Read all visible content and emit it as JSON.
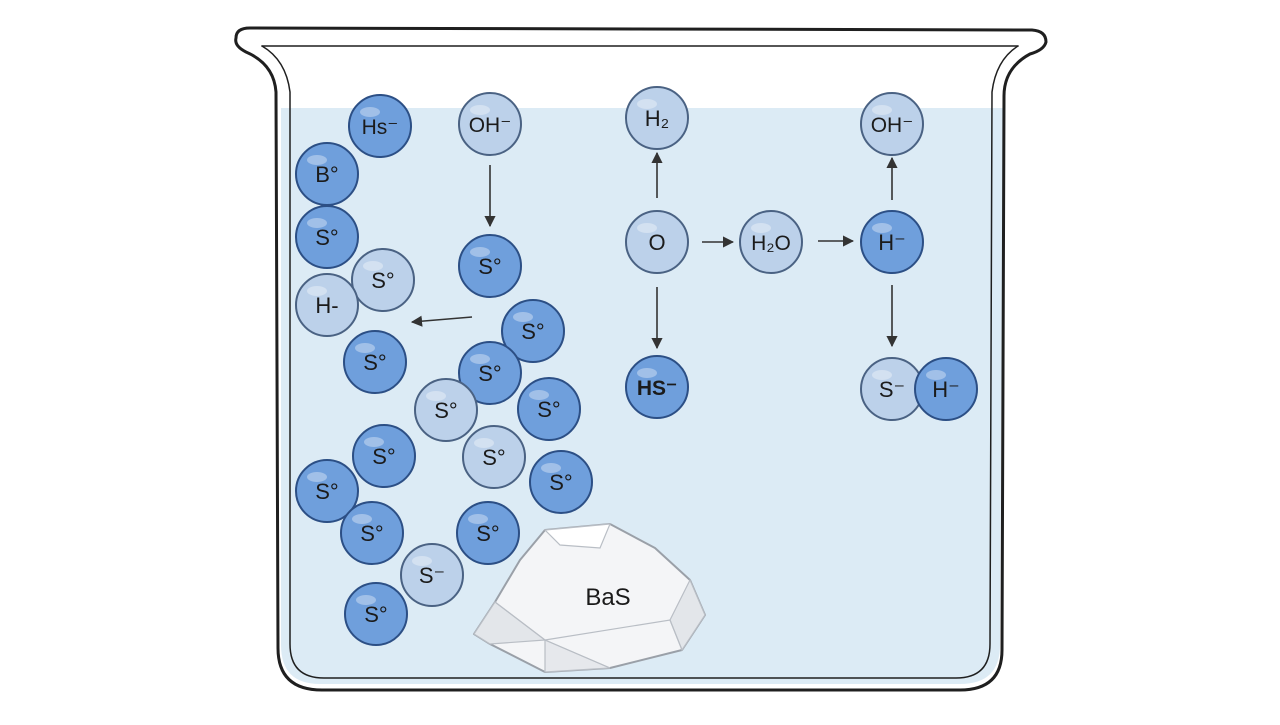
{
  "colors": {
    "water": "#dcebf5",
    "glass_outline": "#1f1f1f",
    "ion_dark_fill": "#6f9fdc",
    "ion_dark_stroke": "#2c4f85",
    "ion_light_fill": "#bcd1ea",
    "ion_light_stroke": "#4a6283",
    "arrow": "#333333",
    "crystal_fill": "#f3f4f6",
    "crystal_stroke": "#9aa0a8"
  },
  "crystal": {
    "label": "BaS"
  },
  "ions": [
    {
      "id": "hs-top-left",
      "label": "Hs⁻",
      "tone": "dark"
    },
    {
      "id": "b-left",
      "label": "B°",
      "tone": "dark"
    },
    {
      "id": "s-left-1",
      "label": "S°",
      "tone": "dark"
    },
    {
      "id": "s-left-2",
      "label": "S°",
      "tone": "light"
    },
    {
      "id": "h-left",
      "label": "H-",
      "tone": "light"
    },
    {
      "id": "s-left-3",
      "label": "S°",
      "tone": "dark"
    },
    {
      "id": "oh-top",
      "label": "OH⁻",
      "tone": "light"
    },
    {
      "id": "s-mid-top",
      "label": "S°",
      "tone": "dark"
    },
    {
      "id": "s-cluster-1",
      "label": "S°",
      "tone": "dark"
    },
    {
      "id": "s-cluster-2",
      "label": "S°",
      "tone": "dark"
    },
    {
      "id": "s-cluster-3",
      "label": "S°",
      "tone": "light"
    },
    {
      "id": "s-cluster-4",
      "label": "S°",
      "tone": "dark"
    },
    {
      "id": "s-cluster-5",
      "label": "S°",
      "tone": "dark"
    },
    {
      "id": "s-cluster-6",
      "label": "S°",
      "tone": "light"
    },
    {
      "id": "s-cluster-7",
      "label": "S°",
      "tone": "dark"
    },
    {
      "id": "s-cluster-8",
      "label": "S°",
      "tone": "dark"
    },
    {
      "id": "s-cluster-9",
      "label": "S°",
      "tone": "dark"
    },
    {
      "id": "s-cluster-10",
      "label": "S°",
      "tone": "dark"
    },
    {
      "id": "s-cluster-11",
      "label": "S⁻",
      "tone": "light"
    },
    {
      "id": "s-cluster-12",
      "label": "S°",
      "tone": "dark"
    },
    {
      "id": "h-mid",
      "label": "H₂",
      "tone": "light"
    },
    {
      "id": "o-mid",
      "label": "O",
      "tone": "light"
    },
    {
      "id": "hs-bold",
      "label": "HS⁻",
      "tone": "dark"
    },
    {
      "id": "h2o",
      "label": "H₂O",
      "tone": "light"
    },
    {
      "id": "oh-right",
      "label": "OH⁻",
      "tone": "light"
    },
    {
      "id": "h-right",
      "label": "H⁻",
      "tone": "dark"
    },
    {
      "id": "s-right",
      "label": "S⁻",
      "tone": "light"
    },
    {
      "id": "h-right-bottom",
      "label": "H⁻",
      "tone": "dark"
    }
  ]
}
